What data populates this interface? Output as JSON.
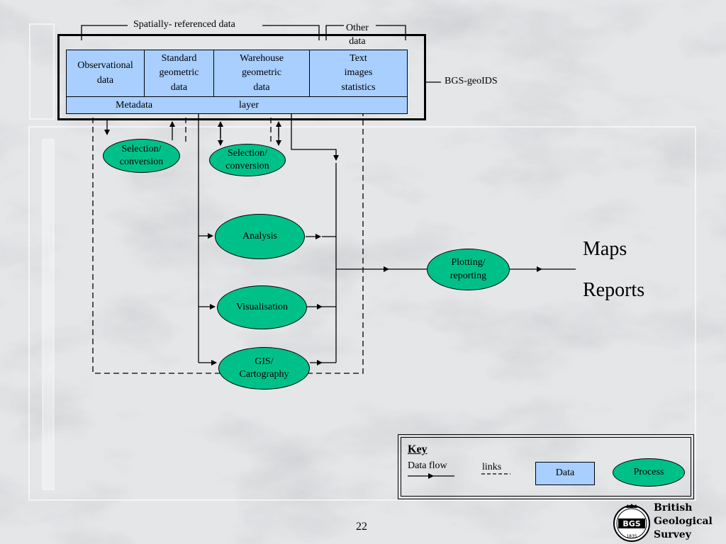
{
  "header": {
    "spatial_label": "Spatially- referenced data",
    "other_label": "Other\ndata",
    "system_label": "BGS-geoIDS"
  },
  "data_cells": {
    "observational": "Observational\ndata",
    "standard": "Standard\ngeometric\ndata",
    "warehouse": "Warehouse\ngeometric\ndata",
    "text": "Text\nimages\nstatistics"
  },
  "metadata_layer": {
    "word1": "Metadata",
    "word2": "layer"
  },
  "processes": {
    "selection1": "Selection/\nconversion",
    "selection2": "Selection/\nconversion",
    "analysis": "Analysis",
    "visualisation": "Visualisation",
    "gis": "GIS/\nCartography",
    "plotting": "Plotting/\nreporting"
  },
  "outputs": {
    "maps": "Maps",
    "reports": "Reports"
  },
  "key": {
    "title": "Key",
    "data_flow": "Data flow",
    "links": "links",
    "data": "Data",
    "process": "Process"
  },
  "page_number": "22",
  "logo": {
    "line1": "British",
    "line2": "Geological",
    "line3": "Survey",
    "emblem_text": "BGS",
    "year": "1835"
  },
  "colors": {
    "data_fill": "#a8cfff",
    "process_fill": "#00c08a",
    "line": "#000000"
  }
}
